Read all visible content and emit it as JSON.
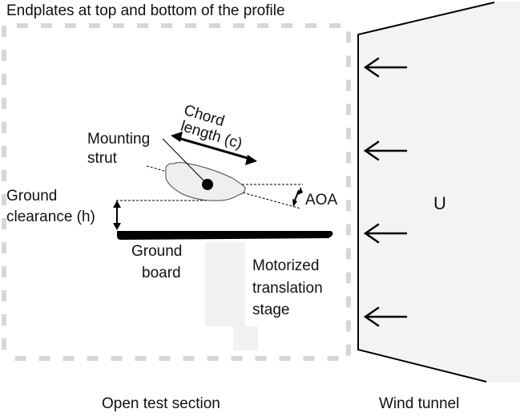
{
  "title": "Endplates  at top and bottom of the profile",
  "labels": {
    "chord_length_line1": "Chord",
    "chord_length_line2": "length (c)",
    "mounting_strut_line1": "Mounting",
    "mounting_strut_line2": "strut",
    "aoa": "AOA",
    "ground_clearance_line1": "Ground",
    "ground_clearance_line2": "clearance (h)",
    "ground_board_line1": "Ground",
    "ground_board_line2": "board",
    "stage_line1": "Motorized",
    "stage_line2": "translation",
    "stage_line3": "stage",
    "freestream": "U",
    "open_test_section": "Open test section",
    "wind_tunnel": "Wind tunnel"
  },
  "colors": {
    "dashed_border": "#d6d6d6",
    "tunnel_fill": "#f3f3f3",
    "airfoil_fill": "#efefef",
    "stage_fill": "#f2f2f2",
    "ink": "#000000"
  },
  "flow_arrows": 4
}
